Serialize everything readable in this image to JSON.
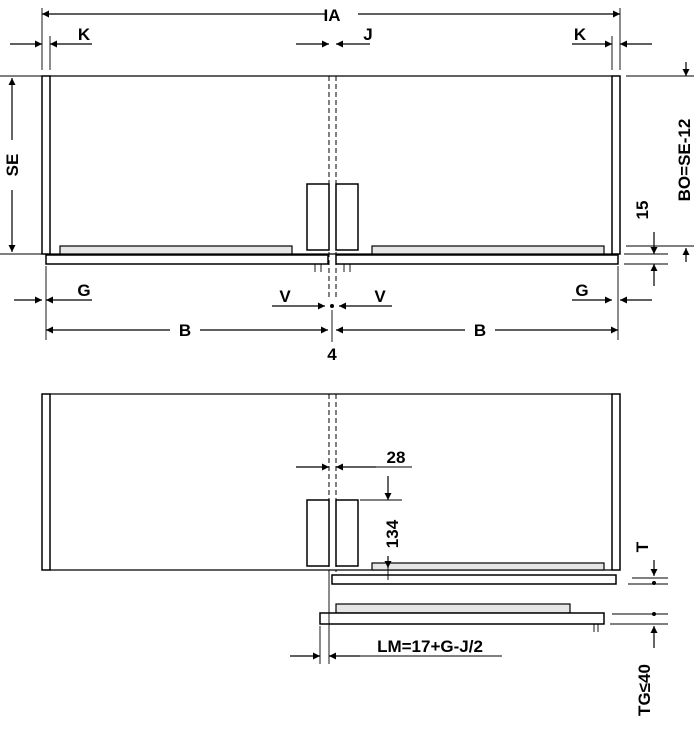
{
  "labels": {
    "ia": "IA",
    "k_left": "K",
    "k_right": "K",
    "j": "J",
    "se": "SE",
    "bo": "BO=SE-12",
    "fifteen": "15",
    "g_left": "G",
    "g_right": "G",
    "v_left": "V",
    "v_right": "V",
    "b_left": "B",
    "b_right": "B",
    "four": "4",
    "twenty_eight": "28",
    "one_thirty_four": "134",
    "t": "T",
    "lm": "LM=17+G-J/2",
    "tg": "TG≤40"
  }
}
